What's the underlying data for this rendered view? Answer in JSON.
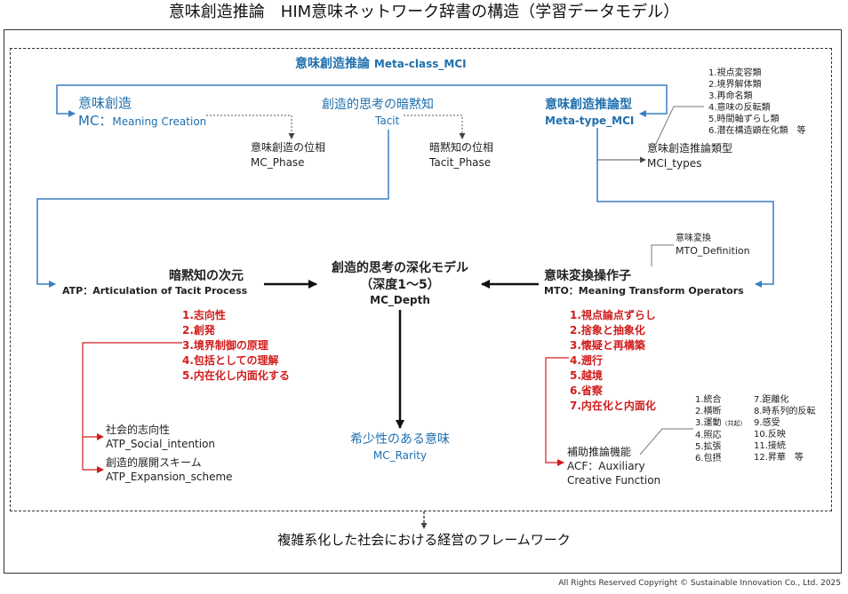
{
  "page_title": "意味創造推論　HIM意味ネットワーク辞書の構造（学習データモデル）",
  "root": {
    "title": "意味創造推論",
    "subtitle": "Meta-class_MCI"
  },
  "mc": {
    "title": "意味創造",
    "prefix": "MC：",
    "subtitle": "Meaning Creation"
  },
  "tacit": {
    "title": "創造的思考の暗黙知",
    "subtitle": "Tacit"
  },
  "meta_type": {
    "title": "意味創造推論型",
    "subtitle": "Meta-type_MCI"
  },
  "mc_phase": {
    "title": "意味創造の位相",
    "subtitle": "MC_Phase"
  },
  "tacit_phase": {
    "title": "暗黙知の位相",
    "subtitle": "Tacit_Phase"
  },
  "mci_types": {
    "title": "意味創造推論類型",
    "subtitle": "MCI_types",
    "items": [
      "1.視点変容類",
      "2.境界解体類",
      "3.再命名類",
      "4.意味の反転類",
      "5.時間軸ずらし類",
      "6.潜在構造顕在化類　等"
    ]
  },
  "mto_definition": {
    "title": "意味変換",
    "subtitle": "MTO_Definition"
  },
  "atp": {
    "title": "暗黙知の次元",
    "subtitle": "ATP：Articulation of Tacit Process",
    "items": [
      "1.志向性",
      "2.創発",
      "3.境界制御の原理",
      "4.包括としての理解",
      "5.内在化し内面化する"
    ]
  },
  "mc_depth": {
    "title_line1": "創造的思考の深化モデル",
    "title_line2": "（深度1～5）",
    "subtitle": "MC_Depth"
  },
  "mto": {
    "title": "意味変換操作子",
    "subtitle": "MTO：Meaning Transform Operators",
    "items": [
      "1.視点論点ずらし",
      "2.捨象と抽象化",
      "3.懐疑と再構築",
      "4.遡行",
      "5.越境",
      "6.省察",
      "7.内在化と内面化"
    ]
  },
  "rarity": {
    "title": "希少性のある意味",
    "subtitle": "MC_Rarity"
  },
  "atp_social": {
    "title": "社会的志向性",
    "subtitle": "ATP_Social_intention"
  },
  "atp_expansion": {
    "title": "創造的展開スキーム",
    "subtitle": "ATP_Expansion_scheme"
  },
  "acf": {
    "title": "補助推論機能",
    "subtitle_line1": "ACF：Auxiliary",
    "subtitle_line2": "Creative Function",
    "items_left": [
      "1.統合",
      "2.横断",
      "3.運動",
      "4.照応",
      "5.拡張",
      "6.包摂"
    ],
    "kyoki": "（共起）",
    "items_right": [
      "7.距離化",
      "8.時系列的反転",
      "9.感受",
      "10.反映",
      "11.接続",
      "12.昇華　等"
    ]
  },
  "bottom": {
    "title": "複雑系化した社会における経営のフレームワーク"
  },
  "copyright": "All Rights Reserved Copyright © Sustainable Innovation Co., Ltd. 2025",
  "colors": {
    "blue": "#1f6fad",
    "red": "#d11c1c",
    "arrow_blue": "#3a7fc4"
  }
}
